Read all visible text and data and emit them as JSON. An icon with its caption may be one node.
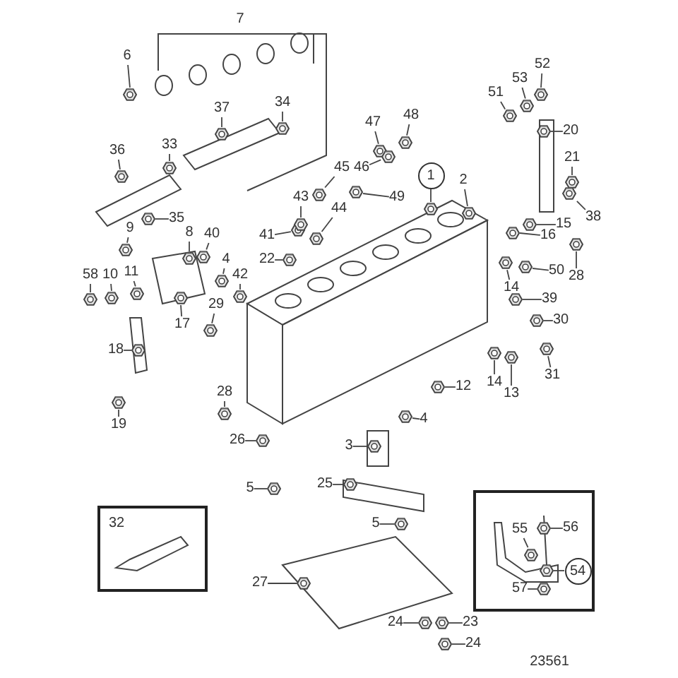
{
  "diagram": {
    "nodes": [
      {
        "text": [
          "6"
        ]
      },
      {
        "text": [
          "37"
        ]
      },
      {
        "text": [
          "34"
        ]
      },
      {
        "text": [
          "36"
        ]
      },
      {
        "text": [
          "33"
        ]
      },
      {
        "text": [
          "35"
        ]
      },
      {
        "text": [
          "9"
        ]
      },
      {
        "text": [
          "8"
        ]
      },
      {
        "text": [
          "40"
        ]
      },
      {
        "text": [
          "4"
        ]
      },
      {
        "text": [
          "58"
        ]
      },
      {
        "text": [
          "10"
        ]
      },
      {
        "text": [
          "11"
        ]
      },
      {
        "text": [
          "42"
        ]
      },
      {
        "text": [
          "29"
        ]
      },
      {
        "text": [
          "17"
        ]
      },
      {
        "text": [
          "41"
        ]
      },
      {
        "text": [
          "22"
        ]
      },
      {
        "text": [
          "43"
        ]
      },
      {
        "text": [
          "44"
        ]
      },
      {
        "text": [
          "45"
        ]
      },
      {
        "text": [
          "47"
        ]
      },
      {
        "text": [
          "48"
        ]
      },
      {
        "text": [
          "46"
        ]
      },
      {
        "text": [
          "49"
        ]
      },
      {
        "text": [
          "1"
        ]
      },
      {
        "text": [
          "2"
        ]
      },
      {
        "text": [
          "51"
        ]
      },
      {
        "text": [
          "53"
        ]
      },
      {
        "text": [
          "52"
        ]
      },
      {
        "text": [
          "20"
        ]
      },
      {
        "text": [
          "21"
        ]
      },
      {
        "text": [
          "38"
        ]
      },
      {
        "text": [
          "15"
        ]
      },
      {
        "text": [
          "16"
        ]
      },
      {
        "text": [
          "50"
        ]
      },
      {
        "text": [
          "14"
        ]
      },
      {
        "text": [
          "28"
        ]
      },
      {
        "text": [
          "39"
        ]
      },
      {
        "text": [
          "30"
        ]
      },
      {
        "text": [
          "31"
        ]
      },
      {
        "text": [
          "14"
        ]
      },
      {
        "text": [
          "13"
        ]
      },
      {
        "text": [
          "12"
        ]
      },
      {
        "text": [
          "4"
        ]
      },
      {
        "text": [
          "3"
        ]
      },
      {
        "text": [
          "18"
        ]
      },
      {
        "text": [
          "19"
        ]
      },
      {
        "text": [
          "28"
        ]
      },
      {
        "text": [
          "26"
        ]
      },
      {
        "text": [
          "5"
        ]
      },
      {
        "text": [
          "25"
        ]
      },
      {
        "text": [
          "5"
        ]
      },
      {
        "text": [
          "27"
        ]
      },
      {
        "text": [
          "24"
        ]
      },
      {
        "text": [
          "23"
        ]
      },
      {
        "text": [
          "24"
        ]
      },
      {
        "text": [
          "32"
        ]
      },
      {
        "text": [],
        "shape": "box"
      },
      {
        "text": [
          "55"
        ],
        "in": 58
      },
      {
        "text": [
          "56"
        ],
        "in": 58
      },
      {
        "text": [
          "54"
        ],
        "in": 58
      },
      {
        "text": [
          "57"
        ],
        "in": 58
      },
      {
        "text": [],
        "shape": "picture"
      },
      {
        "text": [],
        "shape": "picture"
      },
      {
        "text": [],
        "shape": "picture"
      },
      {
        "text": [],
        "shape": "picture"
      },
      {
        "text": [],
        "shape": "picture"
      },
      {
        "text": [],
        "shape": "picture"
      },
      {
        "text": [],
        "shape": "picture"
      },
      {
        "text": [],
        "shape": "picture"
      },
      {
        "text": [],
        "shape": "picture"
      },
      {
        "text": [],
        "shape": "picture"
      },
      {
        "text": [],
        "shape": "picture"
      },
      {
        "text": [],
        "shape": "picture"
      },
      {
        "text": [],
        "shape": "picture"
      },
      {
        "text": [],
        "shape": "picture"
      },
      {
        "text": [],
        "shape": "picture"
      },
      {
        "text": [],
        "shape": "picture"
      },
      {
        "text": [],
        "shape": "picture"
      },
      {
        "text": [],
        "shape": "picture"
      },
      {
        "text": [],
        "shape": "picture"
      },
      {
        "text": [],
        "shape": "picture"
      },
      {
        "text": [],
        "shape": "picture"
      },
      {
        "text": [],
        "shape": "picture"
      },
      {
        "text": [],
        "shape": "picture"
      },
      {
        "text": [],
        "shape": "picture"
      },
      {
        "text": [],
        "shape": "picture"
      },
      {
        "text": [],
        "shape": "picture"
      },
      {
        "text": [],
        "shape": "picture"
      },
      {
        "text": [],
        "shape": "picture"
      },
      {
        "text": [],
        "shape": "picture"
      },
      {
        "text": [],
        "shape": "picture"
      },
      {
        "text": [],
        "shape": "picture"
      },
      {
        "text": [],
        "shape": "picture"
      },
      {
        "text": [],
        "shape": "picture"
      },
      {
        "text": [],
        "shape": "picture"
      },
      {
        "text": [],
        "shape": "picture"
      },
      {
        "text": [],
        "shape": "picture"
      },
      {
        "text": [],
        "shape": "picture"
      },
      {
        "text": [],
        "shape": "picture"
      },
      {
        "text": [],
        "shape": "picture"
      },
      {
        "text": [],
        "shape": "picture"
      },
      {
        "text": [],
        "shape": "picture"
      },
      {
        "text": [],
        "shape": "picture"
      },
      {
        "text": [],
        "shape": "picture"
      },
      {
        "text": [],
        "shape": "picture"
      },
      {
        "text": [],
        "shape": "picture"
      },
      {
        "text": [],
        "shape": "picture"
      },
      {
        "text": [],
        "shape": "picture"
      },
      {
        "text": [],
        "shape": "picture"
      },
      {
        "text": [],
        "shape": "picture"
      },
      {
        "text": [],
        "shape": "picture"
      },
      {
        "text": [],
        "shape": "picture"
      },
      {
        "text": [],
        "shape": "picture"
      },
      {
        "text": [],
        "shape": "picture"
      },
      {
        "text": [],
        "shape": "picture"
      },
      {
        "text": [],
        "shape": "picture"
      },
      {
        "text": [],
        "shape": "picture"
      },
      {
        "text": [],
        "shape": "picture"
      },
      {
        "text": [],
        "shape": "picture",
        "in": 58
      },
      {
        "text": [],
        "shape": "picture",
        "in": 58
      },
      {
        "text": [],
        "shape": "picture",
        "in": 58
      },
      {
        "text": [],
        "shape": "picture",
        "in": 58
      }
    ],
    "edges": [
      {
        "from": 0,
        "to": 63,
        "arrow": "none"
      },
      {
        "from": 1,
        "to": 64,
        "arrow": "none"
      },
      {
        "from": 2,
        "to": 65,
        "arrow": "none"
      },
      {
        "from": 3,
        "to": 66,
        "arrow": "none"
      },
      {
        "from": 4,
        "to": 67,
        "arrow": "none"
      },
      {
        "from": 5,
        "to": 68,
        "arrow": "none"
      },
      {
        "from": 6,
        "to": 69,
        "arrow": "none"
      },
      {
        "from": 7,
        "to": 70,
        "arrow": "none"
      },
      {
        "from": 8,
        "to": 71,
        "arrow": "none"
      },
      {
        "from": 9,
        "to": 72,
        "arrow": "none"
      },
      {
        "from": 10,
        "to": 73,
        "arrow": "none"
      },
      {
        "from": 11,
        "to": 74,
        "arrow": "none"
      },
      {
        "from": 12,
        "to": 75,
        "arrow": "none"
      },
      {
        "from": 13,
        "to": 76,
        "arrow": "none"
      },
      {
        "from": 14,
        "to": 77,
        "arrow": "none"
      },
      {
        "from": 15,
        "to": 78,
        "arrow": "none"
      },
      {
        "from": 16,
        "to": 79,
        "arrow": "none"
      },
      {
        "from": 17,
        "to": 80,
        "arrow": "none"
      },
      {
        "from": 18,
        "to": 81,
        "arrow": "none"
      },
      {
        "from": 19,
        "to": 82,
        "arrow": "none"
      },
      {
        "from": 20,
        "to": 83,
        "arrow": "none"
      },
      {
        "from": 21,
        "to": 84,
        "arrow": "none"
      },
      {
        "from": 22,
        "to": 85,
        "arrow": "none"
      },
      {
        "from": 23,
        "to": 86,
        "arrow": "none"
      },
      {
        "from": 24,
        "to": 87,
        "arrow": "none"
      },
      {
        "from": 25,
        "to": 88,
        "arrow": "none"
      },
      {
        "from": 26,
        "to": 89,
        "arrow": "none"
      },
      {
        "from": 27,
        "to": 90,
        "arrow": "none"
      },
      {
        "from": 28,
        "to": 91,
        "arrow": "none"
      },
      {
        "from": 29,
        "to": 92,
        "arrow": "none"
      },
      {
        "from": 30,
        "to": 93,
        "arrow": "none"
      },
      {
        "from": 31,
        "to": 94,
        "arrow": "none"
      },
      {
        "from": 32,
        "to": 95,
        "arrow": "none"
      },
      {
        "from": 33,
        "to": 96,
        "arrow": "none"
      },
      {
        "from": 34,
        "to": 97,
        "arrow": "none"
      },
      {
        "from": 35,
        "to": 98,
        "arrow": "none"
      },
      {
        "from": 36,
        "to": 99,
        "arrow": "none"
      },
      {
        "from": 37,
        "to": 100,
        "arrow": "none"
      },
      {
        "from": 38,
        "to": 101,
        "arrow": "none"
      },
      {
        "from": 39,
        "to": 102,
        "arrow": "none"
      },
      {
        "from": 40,
        "to": 103,
        "arrow": "none"
      },
      {
        "from": 41,
        "to": 104,
        "arrow": "none"
      },
      {
        "from": 42,
        "to": 105,
        "arrow": "none"
      },
      {
        "from": 43,
        "to": 106,
        "arrow": "none"
      },
      {
        "from": 44,
        "to": 107,
        "arrow": "none"
      },
      {
        "from": 45,
        "to": 108,
        "arrow": "none"
      },
      {
        "from": 46,
        "to": 109,
        "arrow": "none"
      },
      {
        "from": 47,
        "to": 110,
        "arrow": "none"
      },
      {
        "from": 48,
        "to": 111,
        "arrow": "none"
      },
      {
        "from": 49,
        "to": 112,
        "arrow": "none"
      },
      {
        "from": 50,
        "to": 113,
        "arrow": "none"
      },
      {
        "from": 51,
        "to": 114,
        "arrow": "none"
      },
      {
        "from": 52,
        "to": 115,
        "arrow": "none"
      },
      {
        "from": 53,
        "to": 116,
        "arrow": "none"
      },
      {
        "from": 54,
        "to": 117,
        "arrow": "none"
      },
      {
        "from": 55,
        "to": 118,
        "arrow": "none"
      },
      {
        "from": 56,
        "to": 119,
        "arrow": "none"
      },
      {
        "from": 59,
        "to": 120,
        "arrow": "none"
      },
      {
        "from": 60,
        "to": 121,
        "arrow": "none"
      },
      {
        "from": 61,
        "to": 122,
        "arrow": "none"
      },
      {
        "from": 62,
        "to": 123,
        "arrow": "none"
      }
    ],
    "labels": [
      "7",
      "23561"
    ]
  }
}
